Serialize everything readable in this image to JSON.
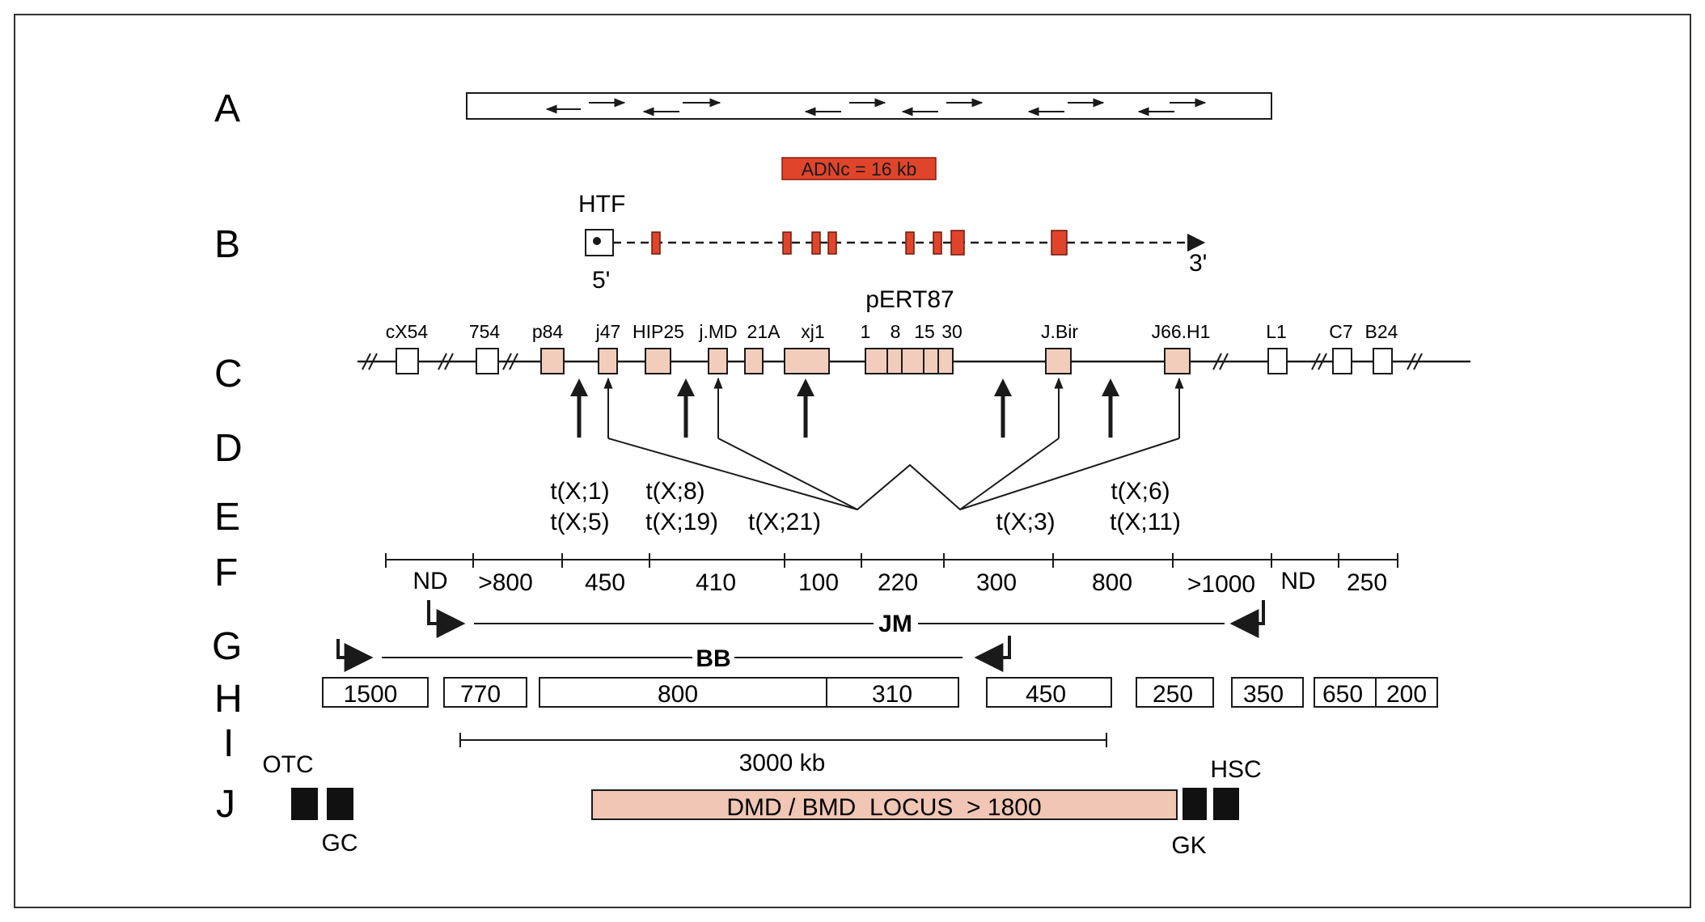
{
  "colors": {
    "red": "#e0452b",
    "peach": "#f3cdbc",
    "locus_fill": "#f1c6b4",
    "black": "#111111",
    "line": "#1a1a1a"
  },
  "rows": [
    "A",
    "B",
    "C",
    "D",
    "E",
    "F",
    "G",
    "H",
    "I",
    "J"
  ],
  "row_b": {
    "cdna_label": "ADNc = 16 kb",
    "htf_label": "HTF",
    "five_prime": "5'",
    "three_prime": "3'"
  },
  "row_c": {
    "group_label": "pERT87",
    "probes": [
      "cX54",
      "754",
      "p84",
      "j47",
      "HIP25",
      "j.MD",
      "21A",
      "xj1",
      "1",
      "8",
      "15",
      "30",
      "J.Bir",
      "J66.H1",
      "L1",
      "C7",
      "B24"
    ]
  },
  "row_e": {
    "translocations": [
      "t(X;1)",
      "t(X;5)",
      "t(X;8)",
      "t(X;19)",
      "t(X;21)",
      "t(X;3)",
      "t(X;6)",
      "t(X;11)"
    ]
  },
  "row_f": {
    "distances": [
      "ND",
      ">800",
      "450",
      "410",
      "100",
      "220",
      "300",
      "800",
      ">1000",
      "ND",
      "250"
    ]
  },
  "row_g": {
    "jm_label": "JM",
    "bb_label": "BB"
  },
  "row_h": {
    "segments": [
      "1500",
      "770",
      "800",
      "310",
      "450",
      "250",
      "350",
      "650",
      "200"
    ]
  },
  "row_i": {
    "scale_label": "3000 kb"
  },
  "row_j": {
    "locus_label": "DMD / BMD  LOCUS  > 1800",
    "genes": [
      "OTC",
      "GC",
      "HSC",
      "GK"
    ]
  }
}
